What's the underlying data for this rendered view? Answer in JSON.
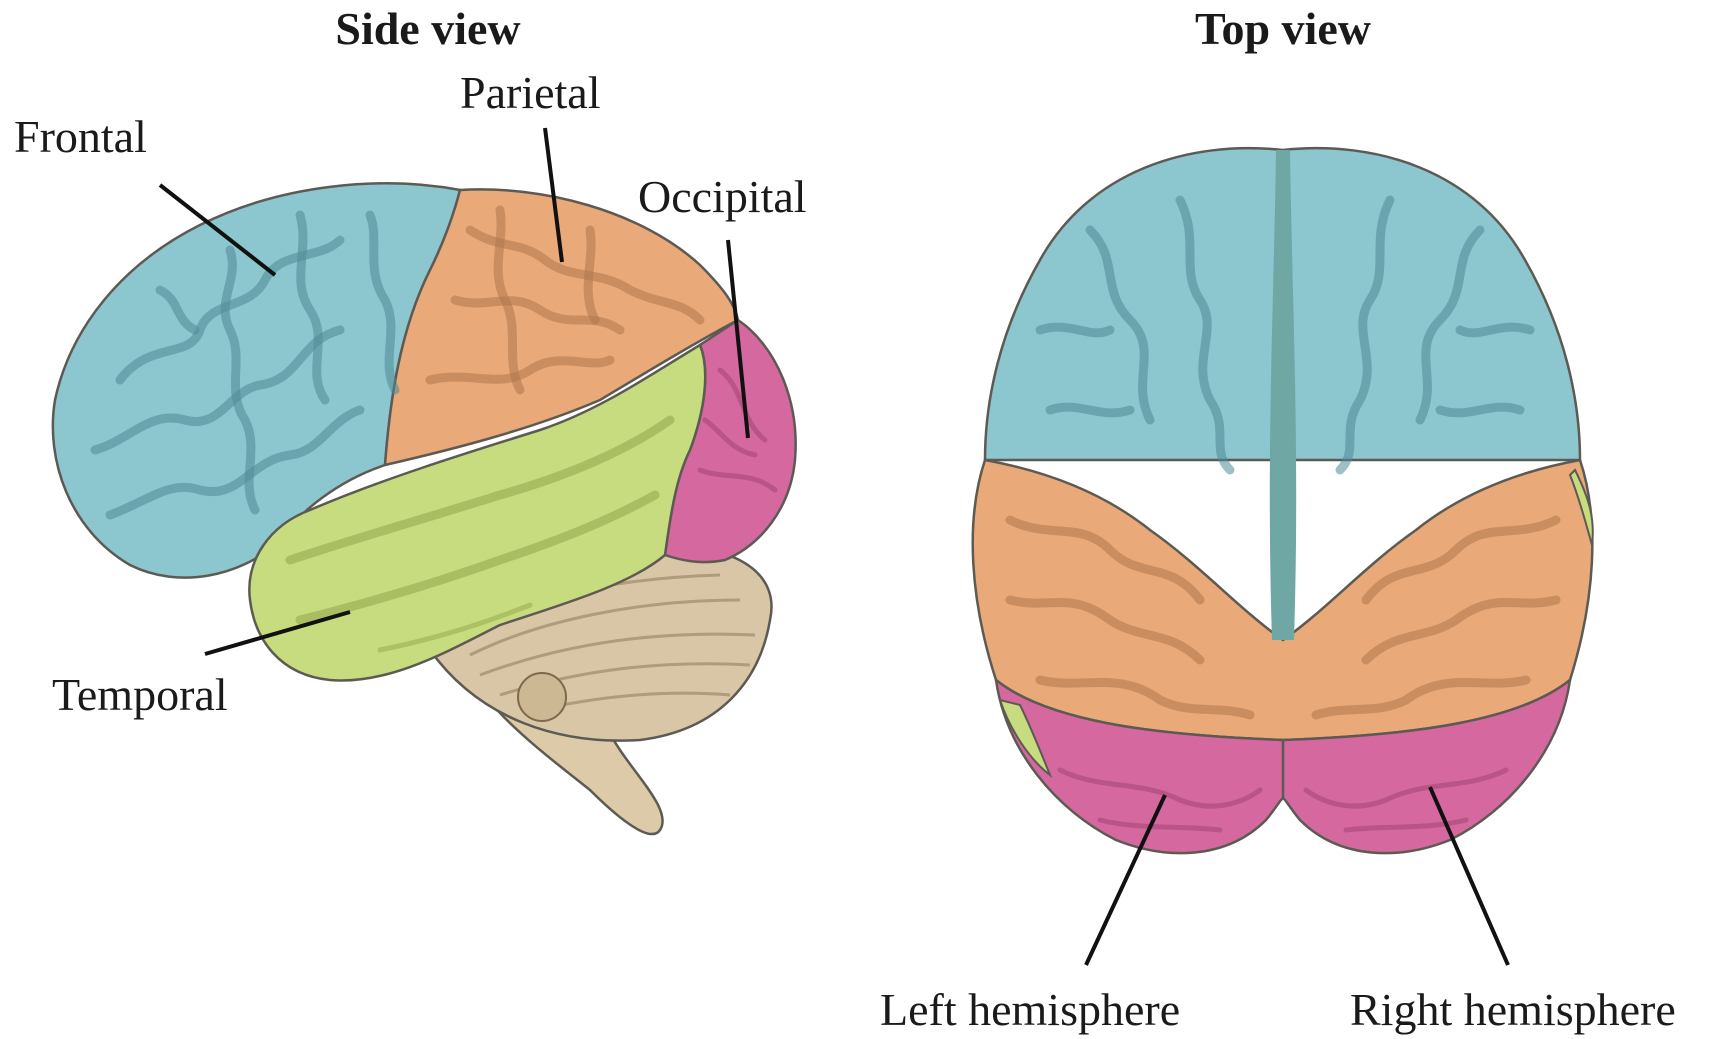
{
  "panels": {
    "side": {
      "title": "Side view"
    },
    "top": {
      "title": "Top view"
    }
  },
  "labels": {
    "frontal": "Frontal",
    "parietal": "Parietal",
    "occipital": "Occipital",
    "temporal": "Temporal",
    "left_hemisphere": "Left hemisphere",
    "right_hemisphere": "Right hemisphere"
  },
  "colors": {
    "frontal": "#8cc6cf",
    "parietal": "#e9a978",
    "occipital": "#d4689f",
    "temporal": "#c7dc7e",
    "cerebellum": "#d9c6a6",
    "midline": "#6fa7a4"
  }
}
